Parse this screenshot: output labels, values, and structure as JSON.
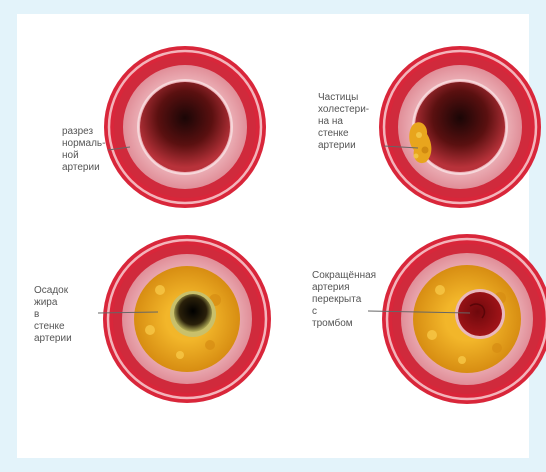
{
  "labels": {
    "normal": "разрез\nнормаль-\nной\nартерии",
    "cholesterol": "Частицы\nхолестери-\nна на\nстенке\nартерии",
    "fat": "Осадок\nжира\nв\nстенке\nартерии",
    "thrombus": "Сокращённая\nартерия\nперекрыта\nс\nтромбом"
  },
  "colors": {
    "outer_wall": "#d9263a",
    "wall_pink": "#e9a3ab",
    "lumen_dark": "#1a0606",
    "fat_deposit": "#e8a51d",
    "clot": "#8e0f12"
  }
}
